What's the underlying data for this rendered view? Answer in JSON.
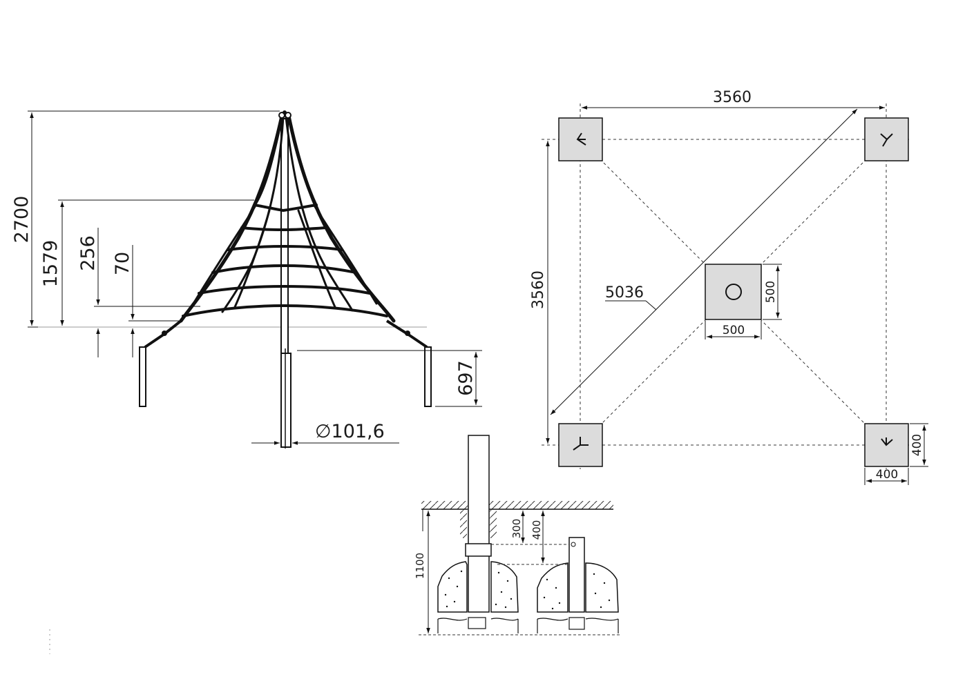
{
  "colors": {
    "line": "#111111",
    "footing": "#dcdcdc",
    "ground_hatch": "#333333"
  },
  "side_view": {
    "height_total": "2700",
    "height_net": "1579",
    "dim_256": "256",
    "dim_70": "70",
    "dim_697": "697",
    "pole_diameter": "∅101,6"
  },
  "plan_view": {
    "width": "3560",
    "depth": "3560",
    "diagonal": "5036",
    "center_footing_w": "500",
    "center_footing_h": "500",
    "corner_footing_w": "400",
    "corner_footing_h": "400"
  },
  "foundation_detail": {
    "depth_total": "1100",
    "depth_300": "300",
    "depth_400": "400"
  }
}
